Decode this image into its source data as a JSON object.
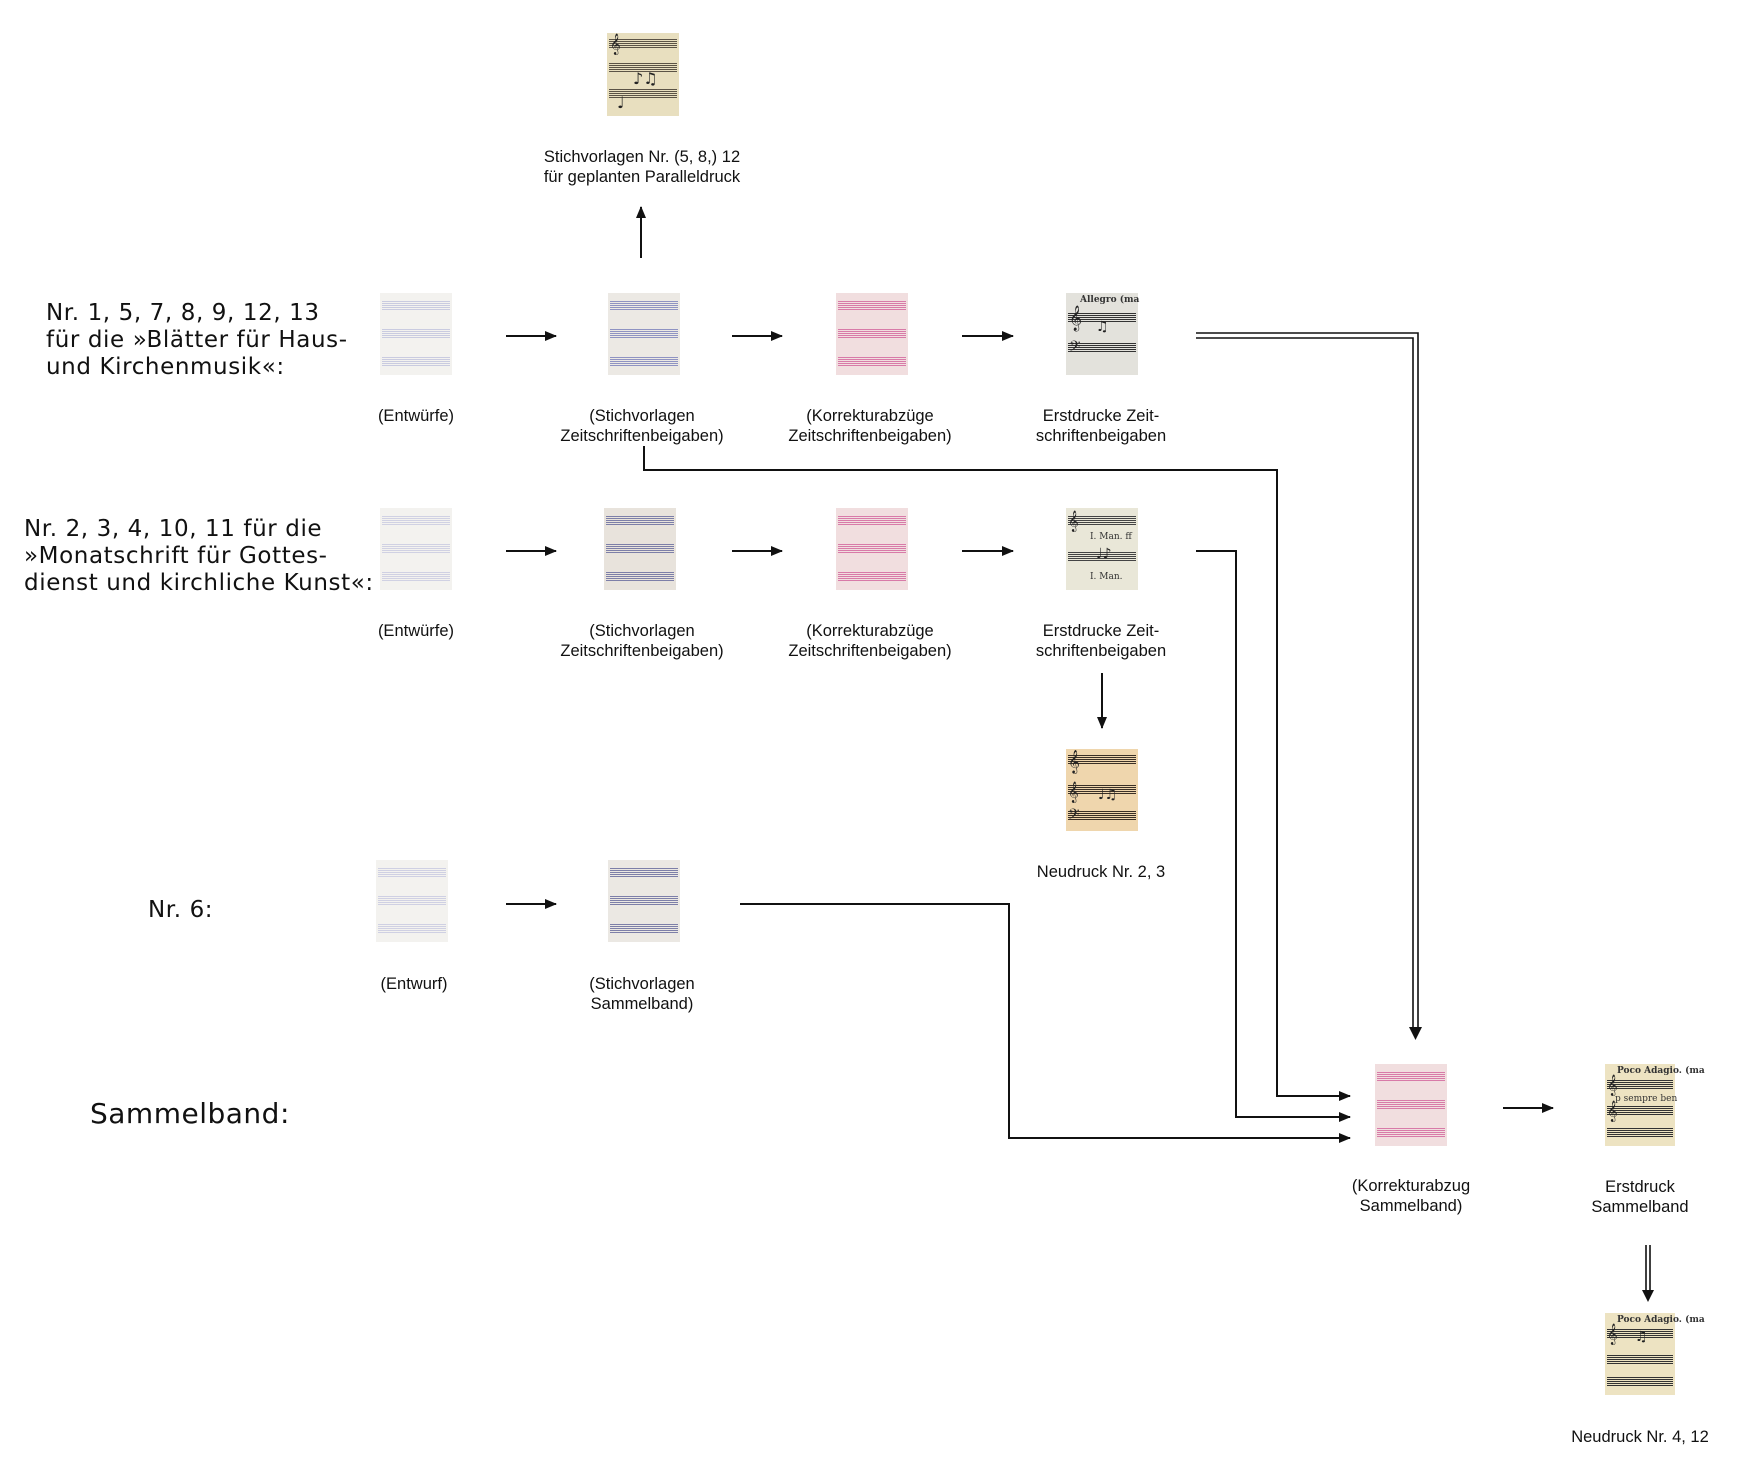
{
  "rows": {
    "row1": "Nr. 1, 5, 7, 8, 9, 12, 13\nfür die »Blätter für Haus-\nund Kirchenmusik«:",
    "row2": "Nr. 2, 3, 4, 10, 11 für die\n»Monatschrift für Gottes-\ndienst und kirchliche Kunst«:",
    "row3": "Nr. 6:",
    "row4": "Sammelband:"
  },
  "captions": {
    "parallel": "Stichvorlagen Nr. (5, 8,) 12\nfür geplanten Paralleldruck",
    "r1_entwuerfe": "(Entwürfe)",
    "r1_stichvorlagen": "(Stichvorlagen\nZeitschriftenbeigaben)",
    "r1_korrektur": "(Korrekturabzüge\nZeitschriftenbeigaben)",
    "r1_erstdrucke": "Erstdrucke Zeit-\nschriftenbeigaben",
    "r2_entwuerfe": "(Entwürfe)",
    "r2_stichvorlagen": "(Stichvorlagen\nZeitschriftenbeigaben)",
    "r2_korrektur": "(Korrekturabzüge\nZeitschriftenbeigaben)",
    "r2_erstdrucke": "Erstdrucke Zeit-\nschriftenbeigaben",
    "neudruck23": "Neudruck Nr. 2, 3",
    "r3_entwurf": "(Entwurf)",
    "r3_stichvorlagen": "(Stichvorlagen\nSammelband)",
    "korrektur_sammelband": "(Korrekturabzug\nSammelband)",
    "erstdruck_sammelband": "Erstdruck\nSammelband",
    "neudruck412": "Neudruck Nr. 4, 12"
  },
  "thumb_text": {
    "allegro": "Allegro (ma",
    "poco_adagio": "Poco Adagio. (ma",
    "poco_adagio2": "Poco Adagio. (ma",
    "sempre": "p sempre ben",
    "mano": "I. Man. ff",
    "mano2": "I. Man."
  },
  "colors": {
    "staff_blue": "#8f93c2",
    "staff_pink": "#d87aa8",
    "staff_dark": "#7d7fa8",
    "line": "#111111"
  }
}
